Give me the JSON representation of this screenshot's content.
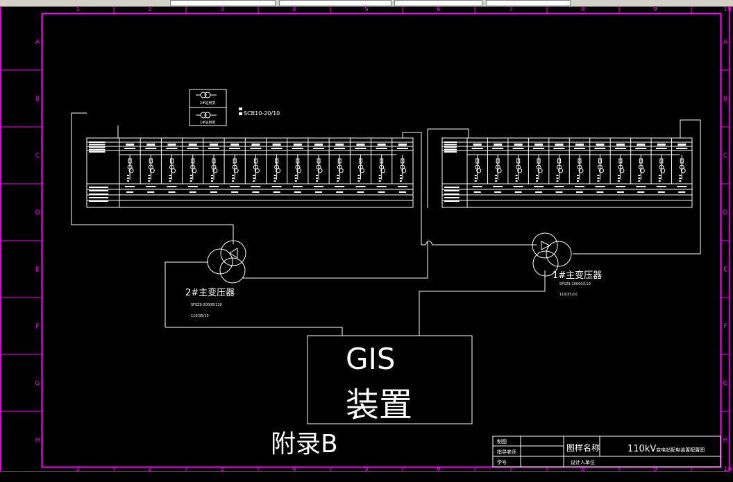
{
  "toolbar": {
    "fields": [
      "",
      "",
      "",
      "",
      ""
    ]
  },
  "ruler": {
    "columns": [
      "1",
      "2",
      "3",
      "4",
      "5",
      "6",
      "7",
      "8",
      "9",
      "10"
    ],
    "rows": [
      "A",
      "B",
      "C",
      "D",
      "E",
      "F",
      "G",
      "H"
    ]
  },
  "station_transformers": {
    "top": "2#站用变",
    "bottom": "1#站用变",
    "model": "SCB10-20/10"
  },
  "transformer2": {
    "title": "2#主变压器",
    "model": "SFSZ9-20000/110",
    "ratio": "110/35/10"
  },
  "transformer1": {
    "title": "1#主变压器",
    "model": "SFSZ9-20000/110",
    "ratio": "110/35/10"
  },
  "gis": {
    "line1": "GIS",
    "line2": "装置"
  },
  "appendix": "附录B",
  "title_block": {
    "drawn_by": "制图",
    "advisor": "指导老师",
    "student_no": "学号",
    "drawing_name_label": "图样名称",
    "drawing_name_prefix": "110kV",
    "drawing_name_rest": "变电站配电装置配置图",
    "design_unit": "设计人单位"
  },
  "colors": {
    "frame": "#ff00ff",
    "line": "#ffffff",
    "background": "#000000"
  }
}
